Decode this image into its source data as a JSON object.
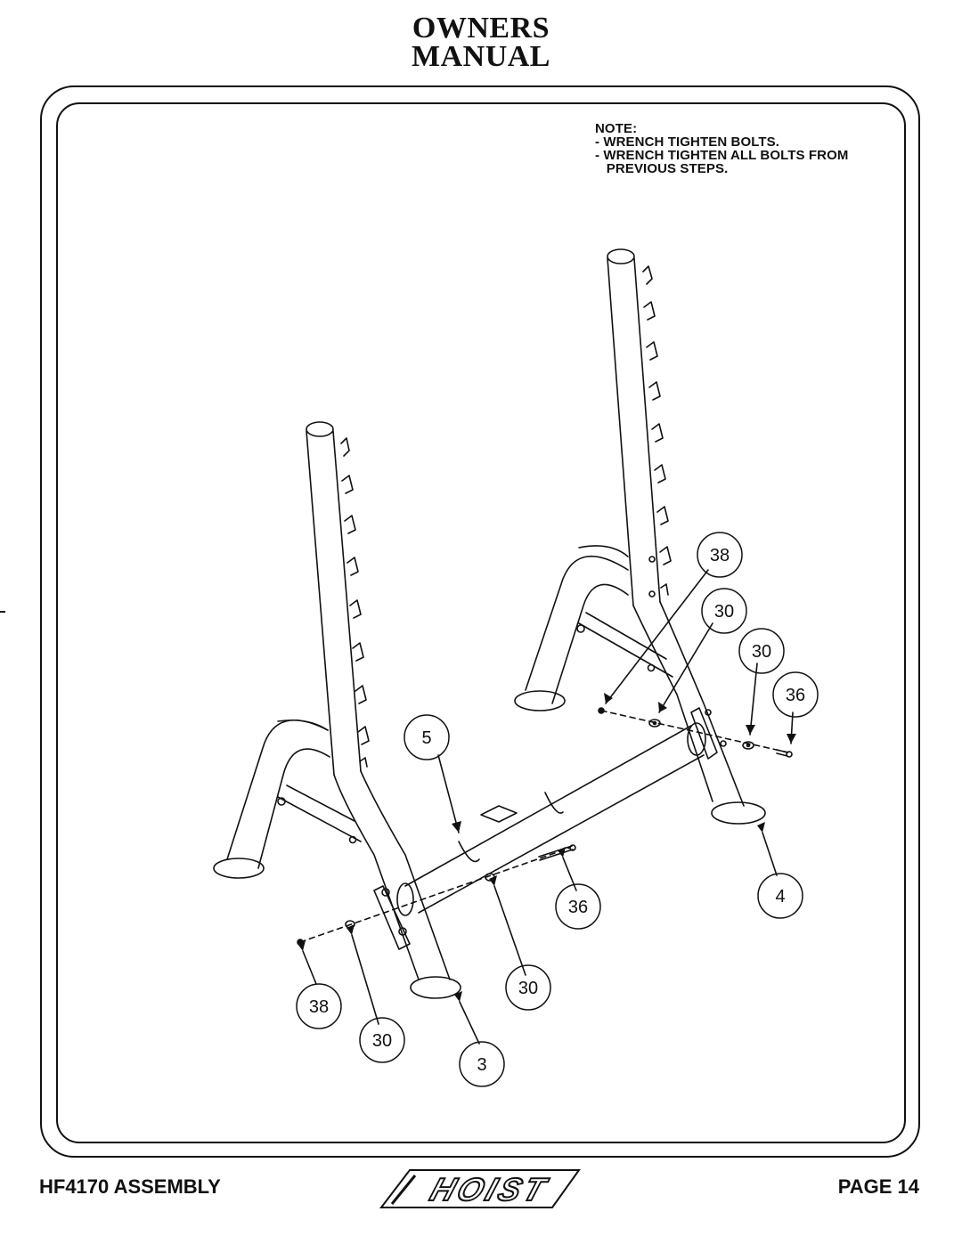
{
  "header": {
    "title_line1": "OWNERS",
    "title_line2": "MANUAL"
  },
  "note": {
    "heading": "NOTE:",
    "lines": [
      "- WRENCH TIGHTEN BOLTS.",
      "- WRENCH TIGHTEN ALL BOLTS FROM",
      "   PREVIOUS STEPS."
    ]
  },
  "callouts": {
    "c38_top": "38",
    "c30_a": "30",
    "c30_b": "30",
    "c36_right": "36",
    "c5": "5",
    "c4": "4",
    "c36_mid": "36",
    "c30_mid": "30",
    "c38_bottom": "38",
    "c30_bottom": "30",
    "c3": "3"
  },
  "footer": {
    "left": "HF4170 ASSEMBLY",
    "right": "PAGE 14"
  },
  "logo": {
    "text": "HOIST"
  }
}
